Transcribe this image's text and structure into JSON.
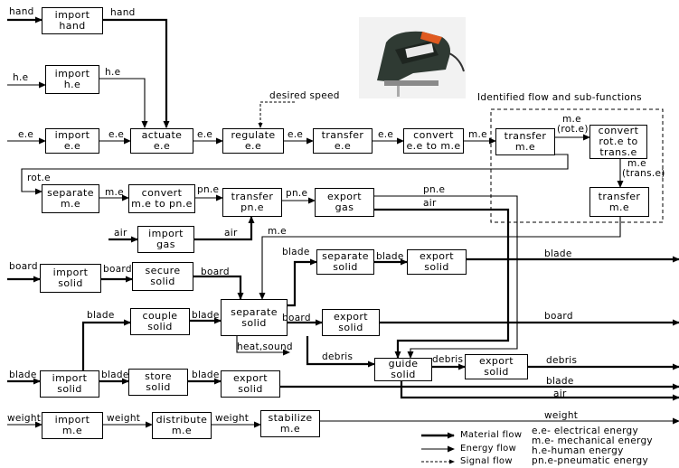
{
  "boxes": {
    "import_hand": [
      "import",
      "hand"
    ],
    "import_he": [
      "import",
      "h.e"
    ],
    "import_ee": [
      "import",
      "e.e"
    ],
    "actuate_ee": [
      "actuate",
      "e.e"
    ],
    "regulate_ee": [
      "regulate",
      "e.e"
    ],
    "transfer_ee": [
      "transfer",
      "e.e"
    ],
    "convert_ee_me": [
      "convert",
      "e.e to m.e"
    ],
    "transfer_me_1": [
      "transfer",
      "m.e"
    ],
    "convert_rot_trans": [
      "convert",
      "rot.e to",
      "trans.e"
    ],
    "transfer_me_2": [
      "transfer",
      "m.e"
    ],
    "separate_me": [
      "separate",
      "m.e"
    ],
    "convert_me_pne": [
      "convert",
      "m.e to pn.e"
    ],
    "transfer_pne": [
      "transfer",
      "pn.e"
    ],
    "export_gas": [
      "export",
      "gas"
    ],
    "import_gas": [
      "import",
      "gas"
    ],
    "import_solid_board": [
      "import",
      "solid"
    ],
    "secure_solid": [
      "secure",
      "solid"
    ],
    "separate_solid_1": [
      "separate",
      "solid"
    ],
    "export_solid_blade1": [
      "export",
      "solid"
    ],
    "couple_solid": [
      "couple",
      "solid"
    ],
    "separate_solid_2": [
      "separate",
      "solid"
    ],
    "export_solid_board": [
      "export",
      "solid"
    ],
    "guide_solid": [
      "guide",
      "solid"
    ],
    "export_solid_debris": [
      "export",
      "solid"
    ],
    "import_solid_blade": [
      "import",
      "solid"
    ],
    "store_solid": [
      "store",
      "solid"
    ],
    "export_solid_blade2": [
      "export",
      "solid"
    ],
    "import_me": [
      "import",
      "m.e"
    ],
    "distribute_me": [
      "distribute",
      "m.e"
    ],
    "stabilize_me": [
      "stabilize",
      "m.e"
    ]
  },
  "flow_labels": {
    "hand_in": "hand",
    "hand_out": "hand",
    "he_in": "h.e",
    "he_out": "h.e",
    "ee_in": "e.e",
    "ee_1": "e.e",
    "ee_2": "e.e",
    "ee_3": "e.e",
    "ee_4": "e.e",
    "me_1": "m.e",
    "desired_speed": "desired speed",
    "identified": "Identified flow and sub-functions",
    "me_rote": "m.e",
    "rote_paren": "(rot.e)",
    "me_transe": "m.e",
    "transe_paren": "(trans.e)",
    "rote": "rot.e",
    "me_2": "m.e",
    "pne_1": "pn.e",
    "pne_2": "pn.e",
    "pne_3": "pn.e",
    "air_out_top": "air",
    "air_in": "air",
    "air_2": "air",
    "me_3": "m.e",
    "board_in": "board",
    "board_1": "board",
    "board_2": "board",
    "blade_sep": "blade",
    "blade_sep_out": "blade",
    "blade_1": "blade",
    "blade_2": "blade",
    "board_3": "board",
    "board_out": "board",
    "heat_sound": "heat,sound",
    "debris_1": "debris",
    "debris_2": "debris",
    "debris_out": "debris",
    "blade_in": "blade",
    "blade_3": "blade",
    "blade_4": "blade",
    "blade_out2": "blade",
    "air_out": "air",
    "weight_in": "weight",
    "weight_1": "weight",
    "weight_2": "weight",
    "weight_out": "weight"
  },
  "legend": {
    "material": "Material flow",
    "energy": "Energy flow",
    "signal": "Signal flow"
  },
  "abbreviations": [
    "e.e- electrical energy",
    "m.e- mechanical energy",
    "h.e-human energy",
    "pn.e-pneumatic energy"
  ],
  "colors": {
    "line": "#000000",
    "photo_body": "#2f3a33",
    "photo_accent": "#e05a20"
  }
}
